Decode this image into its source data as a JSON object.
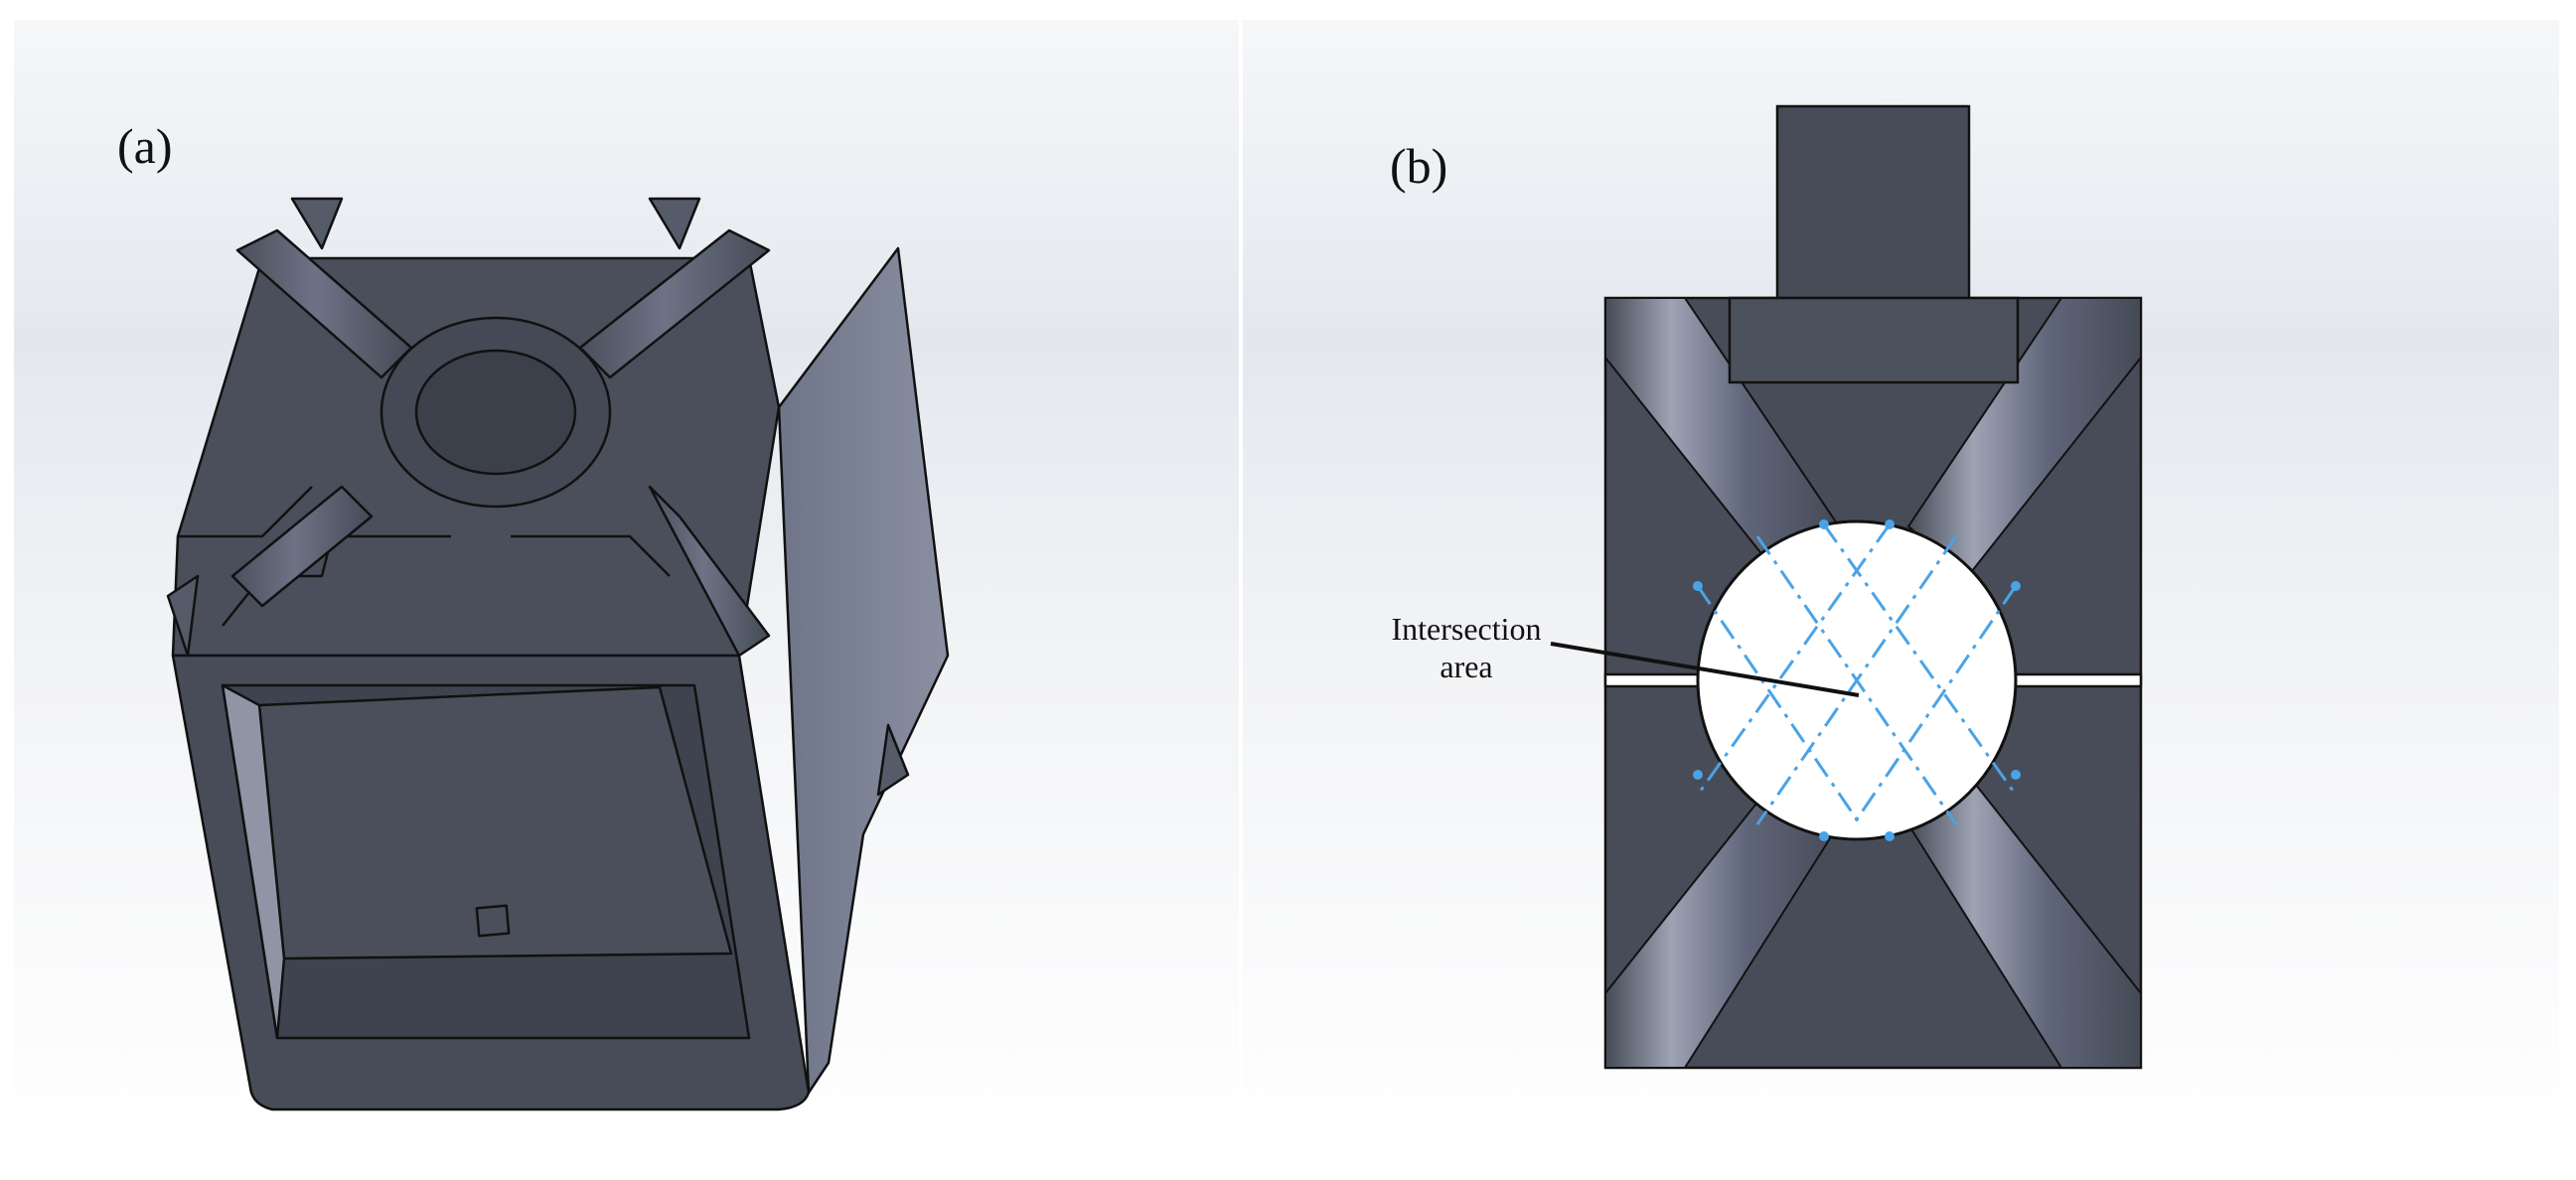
{
  "figure": {
    "panel_a": {
      "label": "(a)"
    },
    "panel_b": {
      "label": "(b)",
      "callout": {
        "line1": "Intersection",
        "line2": "area"
      }
    }
  },
  "colors": {
    "body_dark": "#474c58",
    "body_mid": "#555b68",
    "body_light": "#7e8496",
    "edge": "#111111",
    "intersection_lines": "#4aa3e6",
    "hole_fill": "#ffffff"
  }
}
